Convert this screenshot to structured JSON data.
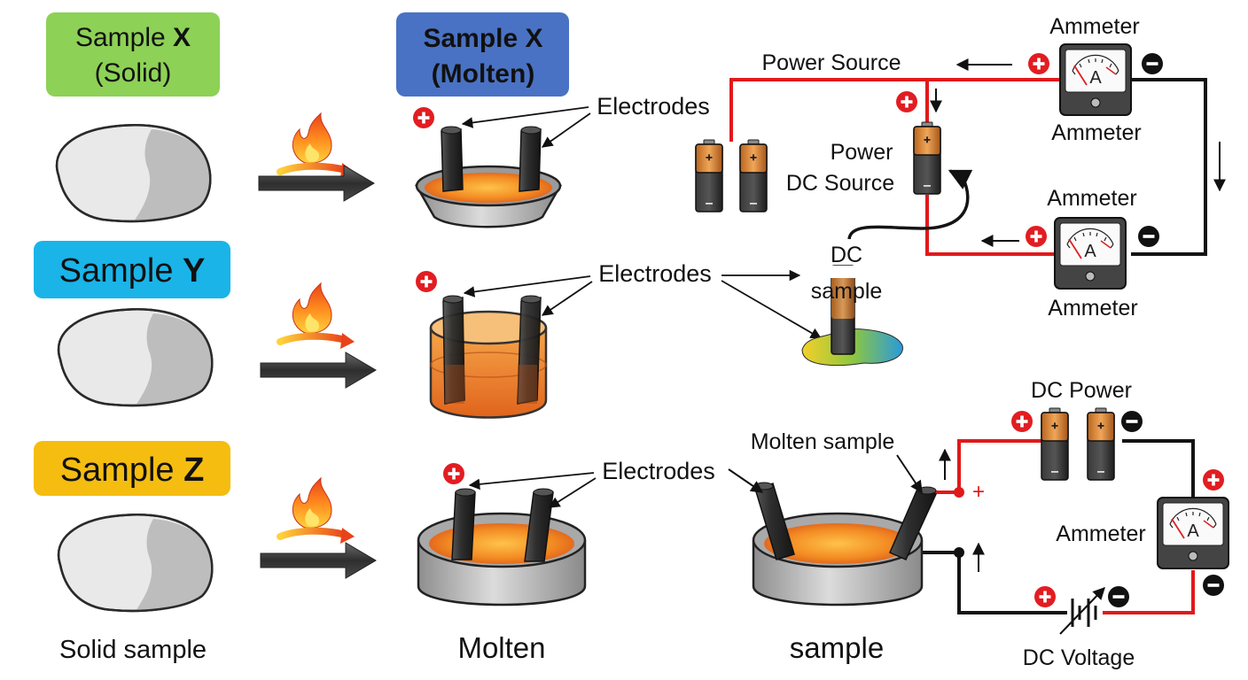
{
  "samples": {
    "x_solid": {
      "line1_prefix": "Sample ",
      "line1_letter": "X",
      "line2": "(Solid)",
      "color": "#8dd156"
    },
    "y": {
      "prefix": "Sample ",
      "letter": "Y",
      "color": "#1ab4e8"
    },
    "z": {
      "prefix": "Sample ",
      "letter": "Z",
      "color": "#f5bd10"
    },
    "x_molten": {
      "line1": "Sample X",
      "line2": "(Molten)",
      "color": "#4a72c4"
    }
  },
  "bottom_labels": {
    "left": "Solid sample",
    "middle": "Molten",
    "right": "sample"
  },
  "electrodes_label": "Electrodes",
  "circuit_top": {
    "power_source": "Power Source",
    "ammeter_top_title": "Ammeter",
    "ammeter_top_sub": "Ammeter",
    "power_dc_line1": "Power",
    "power_dc_line2": "DC Source",
    "ammeter_mid_title": "Ammeter",
    "ammeter_mid_sub": "Ammeter",
    "dc_line1": "DC",
    "dc_line2": "sample"
  },
  "circuit_bottom": {
    "dc_power": "DC Power",
    "molten_sample": "Molten sample",
    "ammeter": "Ammeter",
    "dc_voltage": "DC Voltage",
    "plus_mark": "+"
  },
  "meter_letter": "A",
  "symbols": {
    "plus": "+",
    "minus": "−"
  },
  "colors": {
    "red_wire": "#e0191b",
    "black_wire": "#141414",
    "melt": "#f07a1e",
    "electrode": "#2b2b2b",
    "arrow": "#3a3a3a"
  }
}
